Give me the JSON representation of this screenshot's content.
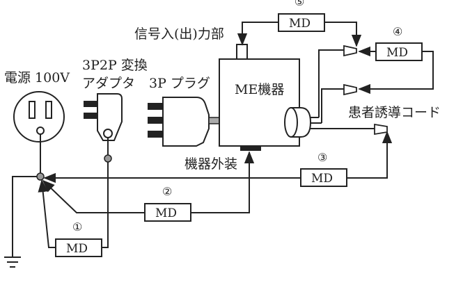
{
  "labels": {
    "signal_io": "信号入(出)力部",
    "me_device": "ME機器",
    "mains_outlet": "電源 100V",
    "adapter_top": "3P2P 変換",
    "adapter_bottom": "アダプタ",
    "plug_3p": "3P プラグ",
    "patient_lead": "患者誘導コード",
    "enclosure": "機器外装"
  },
  "meters": [
    {
      "num": "①",
      "label": "MD"
    },
    {
      "num": "②",
      "label": "MD"
    },
    {
      "num": "③",
      "label": "MD"
    },
    {
      "num": "④",
      "label": "MD"
    },
    {
      "num": "⑤",
      "label": "MD"
    }
  ],
  "colors": {
    "line": "#222222",
    "fill_dark": "#222222",
    "fill_gray": "#aaaaaa",
    "node": "#999999"
  }
}
